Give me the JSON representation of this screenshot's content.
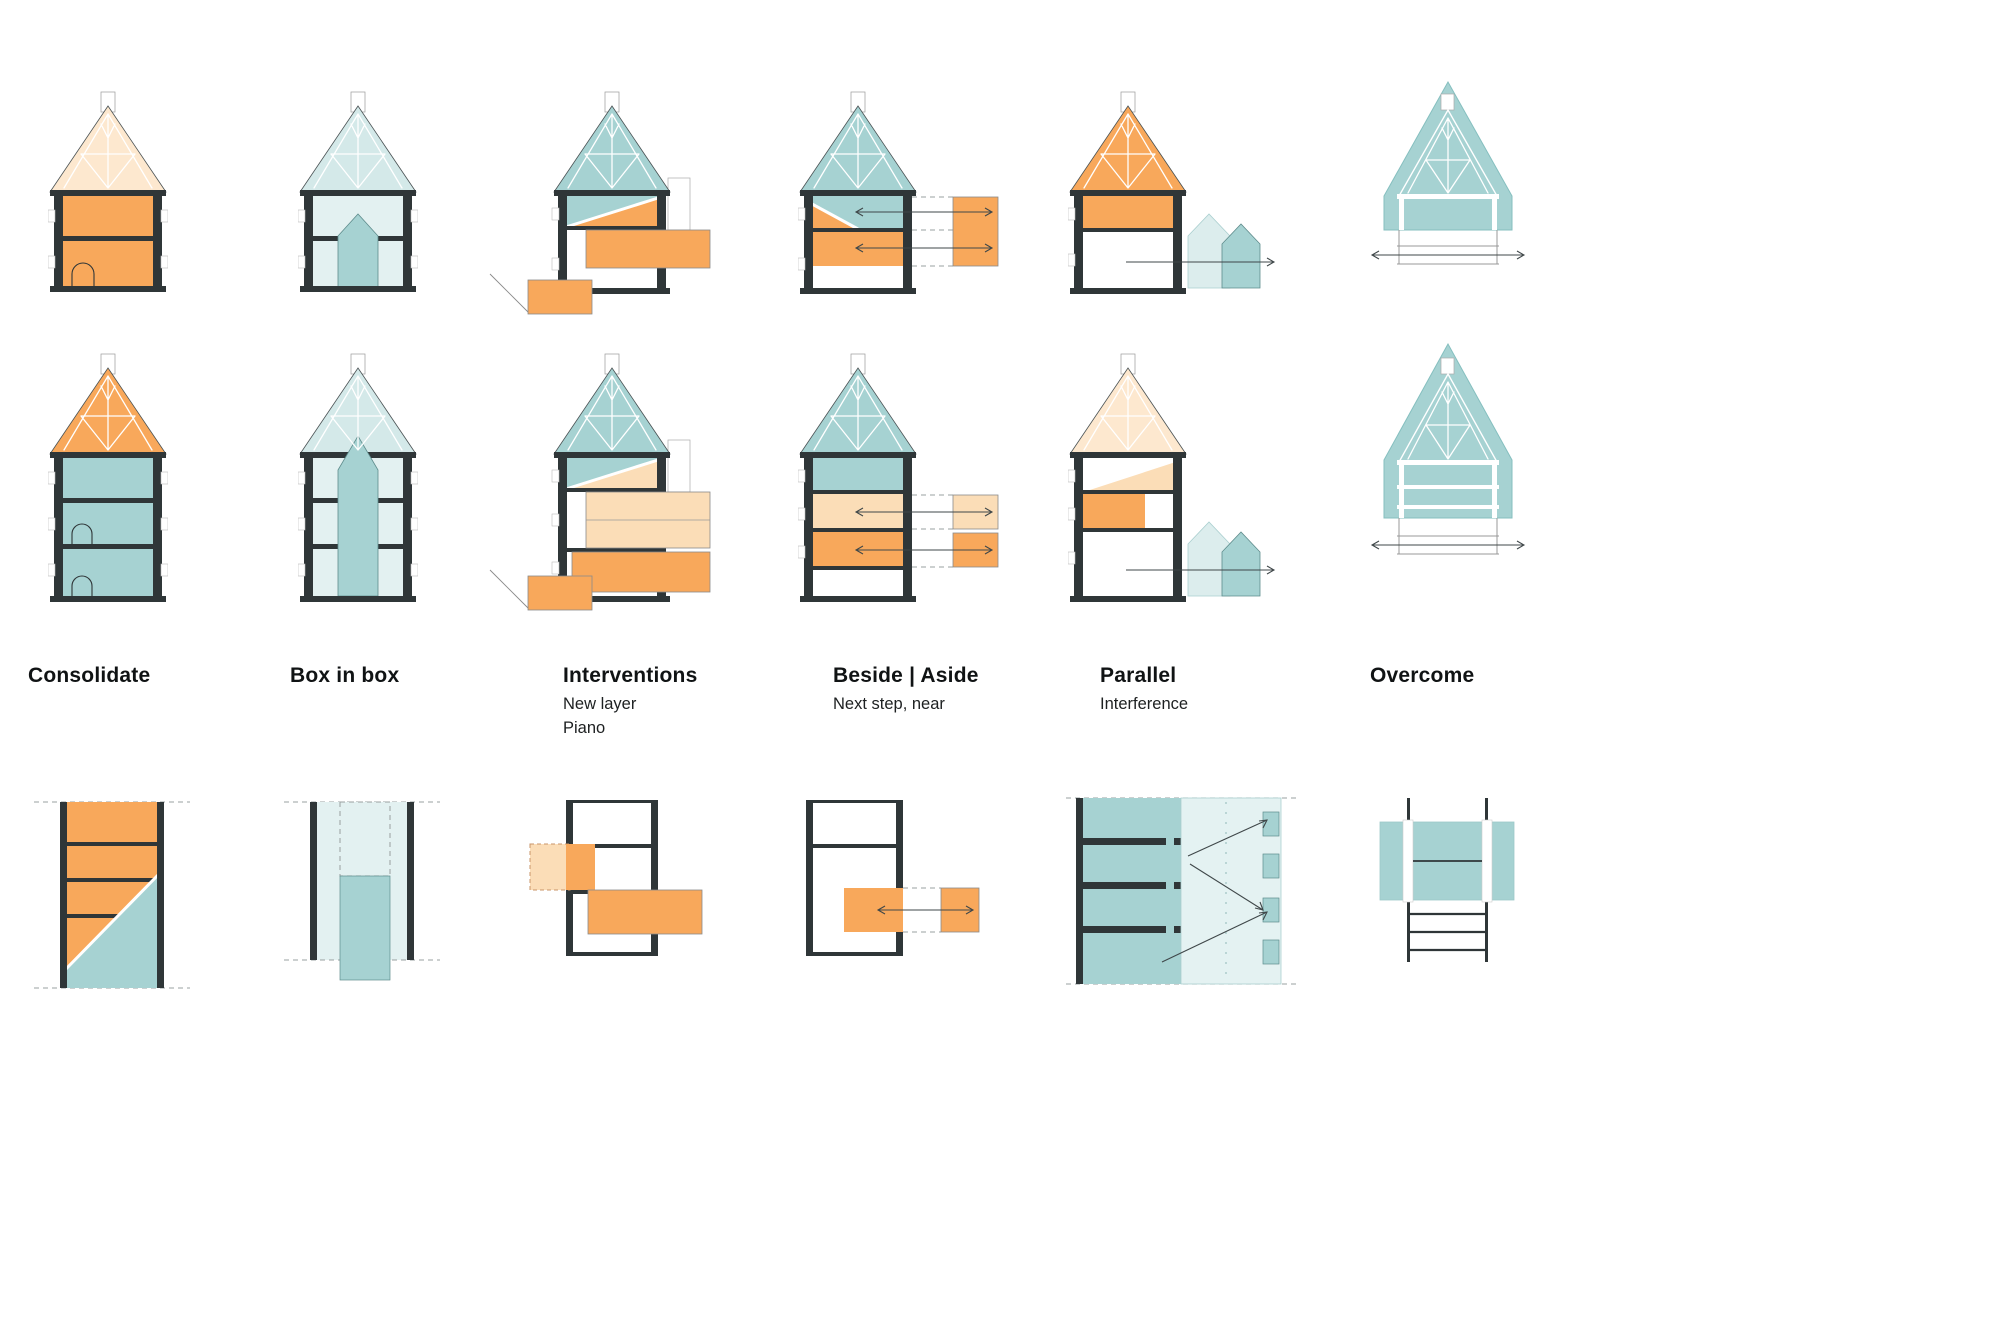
{
  "figure": {
    "type": "architectural-transformation-strategy-matrix",
    "rows": [
      "section-study-upper",
      "section-study-lower",
      "strategy-labels",
      "plan-study"
    ]
  },
  "palette": {
    "orange": "#F8A85B",
    "pale_orange": "#FBDDB7",
    "very_pale_orange": "#FDE8CF",
    "teal": "#A6D2D2",
    "pale_teal": "#E3F1F1",
    "mid_pale_teal": "#D4E9E9",
    "ink": "#2F3638",
    "dashed_gray": "#9AA0A0"
  },
  "columns": [
    {
      "id": "consolidate",
      "title": "Consolidate",
      "subtitles": []
    },
    {
      "id": "box-in-box",
      "title": "Box in box",
      "subtitles": []
    },
    {
      "id": "interventions",
      "title": "Interventions",
      "subtitles": [
        "New layer",
        "Piano"
      ]
    },
    {
      "id": "beside-aside",
      "title": "Beside | Aside",
      "subtitles": [
        "Next step, near"
      ]
    },
    {
      "id": "parallel",
      "title": "Parallel",
      "subtitles": [
        "Interference"
      ]
    },
    {
      "id": "overcome",
      "title": "Overcome",
      "subtitles": []
    }
  ]
}
